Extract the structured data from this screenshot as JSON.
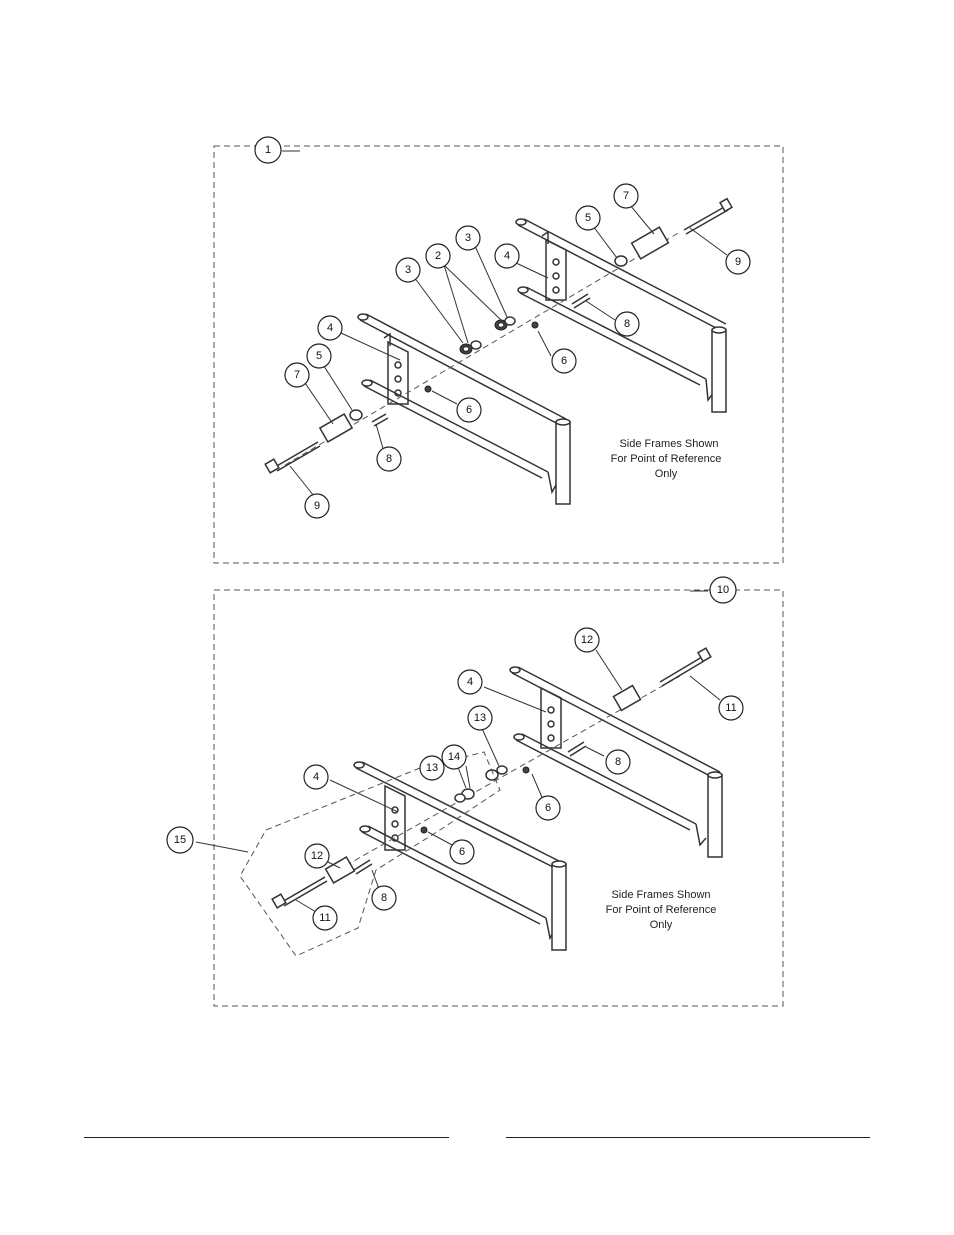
{
  "assemblies": [
    {
      "id": "top",
      "assembly_label": "1",
      "note_lines": [
        "Side Frames Shown",
        "For Point of Reference",
        "Only"
      ],
      "callouts": [
        "2",
        "3",
        "3",
        "4",
        "4",
        "5",
        "5",
        "6",
        "6",
        "7",
        "7",
        "8",
        "8",
        "9",
        "9"
      ]
    },
    {
      "id": "bottom",
      "assembly_label": "10",
      "note_lines": [
        "Side Frames Shown",
        "For Point of Reference",
        "Only"
      ],
      "callouts": [
        "4",
        "4",
        "6",
        "6",
        "8",
        "8",
        "11",
        "11",
        "12",
        "12",
        "13",
        "13",
        "14",
        "15"
      ]
    }
  ]
}
